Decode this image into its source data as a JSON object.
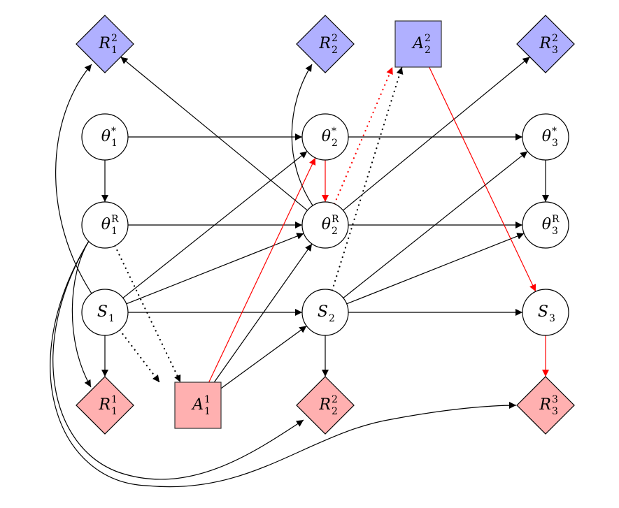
{
  "diagram": {
    "type": "influence-diagram",
    "colors": {
      "blue_fill": "#b0b0ff",
      "pink_fill": "#ffb0b0",
      "edge_black": "#000000",
      "edge_red": "#ff0000",
      "node_stroke": "#000000",
      "circle_fill": "#ffffff"
    },
    "nodes": [
      {
        "id": "R12_top",
        "shape": "diamond",
        "fill": "blue",
        "base": "R",
        "sub": "1",
        "sup": "2"
      },
      {
        "id": "R22_top",
        "shape": "diamond",
        "fill": "blue",
        "base": "R",
        "sub": "2",
        "sup": "2"
      },
      {
        "id": "A22",
        "shape": "square",
        "fill": "blue",
        "base": "A",
        "sub": "2",
        "sup": "2"
      },
      {
        "id": "R32_top",
        "shape": "diamond",
        "fill": "blue",
        "base": "R",
        "sub": "3",
        "sup": "2"
      },
      {
        "id": "th1s",
        "shape": "circle",
        "fill": "white",
        "base": "θ",
        "sub": "1",
        "sup": "*"
      },
      {
        "id": "th2s",
        "shape": "circle",
        "fill": "white",
        "base": "θ",
        "sub": "2",
        "sup": "*"
      },
      {
        "id": "th3s",
        "shape": "circle",
        "fill": "white",
        "base": "θ",
        "sub": "3",
        "sup": "*"
      },
      {
        "id": "th1r",
        "shape": "circle",
        "fill": "white",
        "base": "θ",
        "sub": "1",
        "sup": "R"
      },
      {
        "id": "th2r",
        "shape": "circle",
        "fill": "white",
        "base": "θ",
        "sub": "2",
        "sup": "R"
      },
      {
        "id": "th3r",
        "shape": "circle",
        "fill": "white",
        "base": "θ",
        "sub": "3",
        "sup": "R"
      },
      {
        "id": "S1",
        "shape": "circle",
        "fill": "white",
        "base": "S",
        "sub": "1",
        "sup": ""
      },
      {
        "id": "S2",
        "shape": "circle",
        "fill": "white",
        "base": "S",
        "sub": "2",
        "sup": ""
      },
      {
        "id": "S3",
        "shape": "circle",
        "fill": "white",
        "base": "S",
        "sub": "3",
        "sup": ""
      },
      {
        "id": "R11",
        "shape": "diamond",
        "fill": "pink",
        "base": "R",
        "sub": "1",
        "sup": "1"
      },
      {
        "id": "A11",
        "shape": "square",
        "fill": "pink",
        "base": "A",
        "sub": "1",
        "sup": "1"
      },
      {
        "id": "R22_bot",
        "shape": "diamond",
        "fill": "pink",
        "base": "R",
        "sub": "2",
        "sup": "2"
      },
      {
        "id": "R33",
        "shape": "diamond",
        "fill": "pink",
        "base": "R",
        "sub": "3",
        "sup": "3"
      }
    ],
    "edges": [
      {
        "from": "th1s",
        "to": "th1r",
        "color": "black",
        "style": "solid"
      },
      {
        "from": "th1s",
        "to": "th2s",
        "color": "black",
        "style": "solid"
      },
      {
        "from": "th1r",
        "to": "th2r",
        "color": "black",
        "style": "solid"
      },
      {
        "from": "th1r",
        "to": "A11",
        "color": "black",
        "style": "dotted"
      },
      {
        "from": "th1r",
        "to": "R11",
        "color": "black",
        "style": "solid",
        "curved": true
      },
      {
        "from": "th1r",
        "to": "R22_bot",
        "color": "black",
        "style": "solid",
        "curved": true
      },
      {
        "from": "th1r",
        "to": "R33",
        "color": "black",
        "style": "solid",
        "curved": true
      },
      {
        "from": "S1",
        "to": "R12_top",
        "color": "black",
        "style": "solid",
        "curved": true
      },
      {
        "from": "S1",
        "to": "th2s",
        "color": "black",
        "style": "solid"
      },
      {
        "from": "S1",
        "to": "th2r",
        "color": "black",
        "style": "solid"
      },
      {
        "from": "S1",
        "to": "S2",
        "color": "black",
        "style": "solid"
      },
      {
        "from": "S1",
        "to": "R11",
        "color": "black",
        "style": "solid"
      },
      {
        "from": "S1",
        "to": "A11",
        "color": "black",
        "style": "dotted"
      },
      {
        "from": "A11",
        "to": "th2s",
        "color": "red",
        "style": "solid"
      },
      {
        "from": "A11",
        "to": "th2r",
        "color": "black",
        "style": "solid"
      },
      {
        "from": "A11",
        "to": "S2",
        "color": "black",
        "style": "solid"
      },
      {
        "from": "th2s",
        "to": "th2r",
        "color": "red",
        "style": "solid"
      },
      {
        "from": "th2s",
        "to": "th3s",
        "color": "black",
        "style": "solid"
      },
      {
        "from": "th2r",
        "to": "R12_top",
        "color": "black",
        "style": "solid"
      },
      {
        "from": "th2r",
        "to": "R22_top",
        "color": "black",
        "style": "solid",
        "curved": true
      },
      {
        "from": "th2r",
        "to": "A22",
        "color": "red",
        "style": "dotted"
      },
      {
        "from": "th2r",
        "to": "R32_top",
        "color": "black",
        "style": "solid"
      },
      {
        "from": "th2r",
        "to": "th3r",
        "color": "black",
        "style": "solid"
      },
      {
        "from": "S2",
        "to": "A22",
        "color": "black",
        "style": "dotted"
      },
      {
        "from": "S2",
        "to": "th3s",
        "color": "black",
        "style": "solid"
      },
      {
        "from": "S2",
        "to": "th3r",
        "color": "black",
        "style": "solid"
      },
      {
        "from": "S2",
        "to": "S3",
        "color": "black",
        "style": "solid"
      },
      {
        "from": "S2",
        "to": "R22_bot",
        "color": "black",
        "style": "solid"
      },
      {
        "from": "A22",
        "to": "S3",
        "color": "red",
        "style": "solid"
      },
      {
        "from": "th3s",
        "to": "th3r",
        "color": "black",
        "style": "solid"
      },
      {
        "from": "S3",
        "to": "R33",
        "color": "red",
        "style": "solid"
      }
    ]
  }
}
